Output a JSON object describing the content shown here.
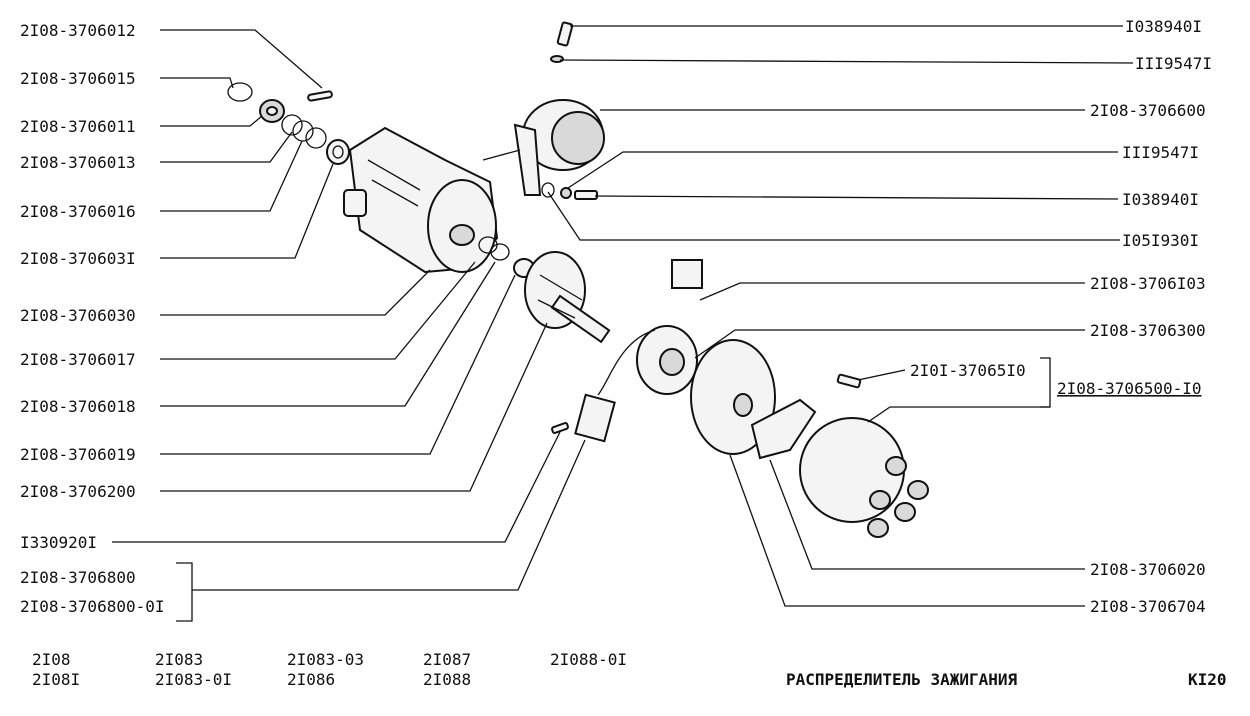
{
  "diagram": {
    "title": "РАСПРЕДЕЛИТЕЛЬ ЗАЖИГАНИЯ",
    "page_code": "KI20",
    "labels_left": [
      "2I08-3706012",
      "2I08-3706015",
      "2I08-3706011",
      "2I08-3706013",
      "2I08-3706016",
      "2I08-370603I",
      "2I08-3706030",
      "2I08-3706017",
      "2I08-3706018",
      "2I08-3706019",
      "2I08-3706200",
      "I330920I",
      "2I08-3706800",
      "2I08-3706800-0I"
    ],
    "labels_right": [
      "I038940I",
      "III9547I",
      "2I08-3706600",
      "III9547I",
      "I038940I",
      "I05I930I",
      "2I08-3706I03",
      "2I08-3706300",
      "2I0I-37065I0",
      "2I08-3706500-I0",
      "2I08-3706020",
      "2I08-3706704"
    ],
    "models": [
      "2I08",
      "2I08I",
      "2I083",
      "2I083-0I",
      "2I083-03",
      "2I086",
      "2I087",
      "2I088",
      "2I088-0I"
    ]
  }
}
